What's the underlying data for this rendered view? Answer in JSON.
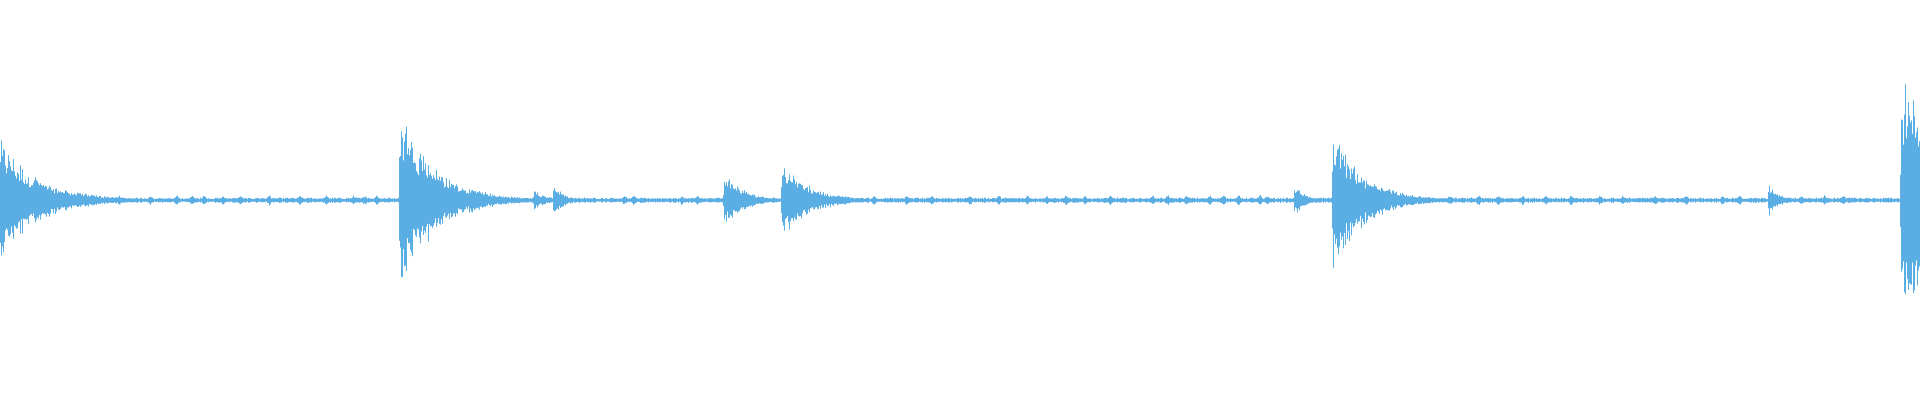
{
  "waveform": {
    "color": "#5aaee3",
    "background": "#ffffff",
    "transients": [
      {
        "t": 0.0,
        "amp": 0.27,
        "decay": 0.02
      },
      {
        "t": 0.026,
        "amp": 0.06,
        "decay": 0.006
      },
      {
        "t": 0.208,
        "amp": 0.43,
        "decay": 0.018
      },
      {
        "t": 0.278,
        "amp": 0.05,
        "decay": 0.006
      },
      {
        "t": 0.288,
        "amp": 0.07,
        "decay": 0.006
      },
      {
        "t": 0.377,
        "amp": 0.13,
        "decay": 0.01
      },
      {
        "t": 0.407,
        "amp": 0.18,
        "decay": 0.014
      },
      {
        "t": 0.674,
        "amp": 0.07,
        "decay": 0.006
      },
      {
        "t": 0.694,
        "amp": 0.32,
        "decay": 0.016
      },
      {
        "t": 0.921,
        "amp": 0.07,
        "decay": 0.006
      },
      {
        "t": 0.99,
        "amp": 0.56,
        "decay": 0.05
      }
    ],
    "noise_floor": 0.008,
    "bumps": [
      0.05,
      0.062,
      0.078,
      0.092,
      0.1,
      0.106,
      0.116,
      0.125,
      0.14,
      0.156,
      0.17,
      0.184,
      0.19,
      0.196,
      0.236,
      0.28,
      0.325,
      0.33,
      0.355,
      0.363,
      0.415,
      0.44,
      0.455,
      0.472,
      0.485,
      0.505,
      0.52,
      0.535,
      0.545,
      0.555,
      0.565,
      0.578,
      0.6,
      0.608,
      0.618,
      0.63,
      0.637,
      0.645,
      0.656,
      0.66,
      0.715,
      0.735,
      0.755,
      0.77,
      0.78,
      0.793,
      0.805,
      0.818,
      0.833,
      0.845,
      0.862,
      0.878,
      0.897,
      0.906,
      0.938,
      0.95,
      0.96
    ]
  }
}
